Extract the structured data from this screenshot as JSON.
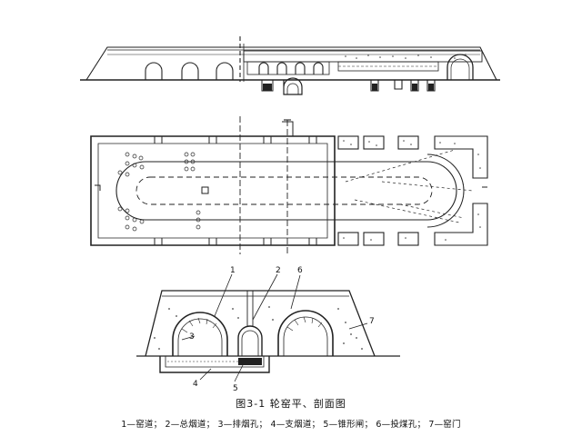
{
  "figure": {
    "title": "图3-1   轮窑平、剖面图",
    "callouts": [
      "1",
      "2",
      "3",
      "4",
      "5",
      "6",
      "7"
    ],
    "legend": "1—窑道；  2—总烟道；  3—排烟孔；  4—支烟道；  5—锥形闸；  6—投煤孔；  7—窑门"
  },
  "views": [
    "elevation",
    "plan",
    "cross-section"
  ]
}
